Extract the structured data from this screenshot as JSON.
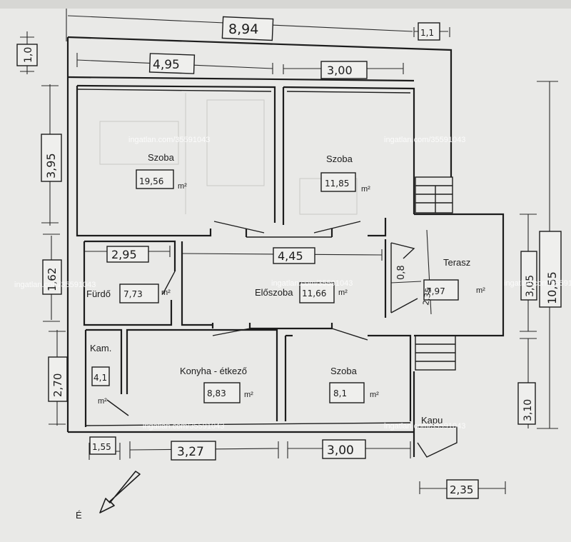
{
  "rooms": {
    "szoba1": {
      "name": "Szoba",
      "area": "19,56",
      "unit": "m²"
    },
    "szoba2": {
      "name": "Szoba",
      "area": "11,85",
      "unit": "m²"
    },
    "terasz": {
      "name": "Terasz",
      "area": "7,97",
      "unit": "m²"
    },
    "furdo": {
      "name": "Fürdő",
      "area": "7,73",
      "unit": "m²"
    },
    "eloszoba": {
      "name": "Előszoba",
      "area": "11,66",
      "unit": "m²"
    },
    "kamra": {
      "name": "Kam.",
      "area": "4,1",
      "unit": "m²"
    },
    "konyha": {
      "name": "Konyha - étkező",
      "area": "8,83",
      "unit": "m²"
    },
    "szoba3": {
      "name": "Szoba",
      "area": "8,1",
      "unit": "m²"
    },
    "kapu": {
      "name": "Kapu"
    }
  },
  "dimensions": {
    "total_width": "8,94",
    "side_width": "1,1",
    "top_offset": "1,0",
    "room1_width": "4,95",
    "room2_width": "3,00",
    "room1_depth": "3,95",
    "hall_depth": "1,62",
    "kitchen_depth": "2,70",
    "bath_width": "2,95",
    "hall_width": "4,45",
    "hall_small": "0,8",
    "terrace_inner": "2,35",
    "right_total": "10,55",
    "terrace_depth": "3,05",
    "gate_depth": "3,10",
    "pantry_width": "1,55",
    "kitchen_width": "3,27",
    "room3_width": "3,00",
    "gate_width": "2,35"
  },
  "compass": {
    "label": "É"
  },
  "watermark": {
    "text": "ingatlan.com/35591043"
  }
}
